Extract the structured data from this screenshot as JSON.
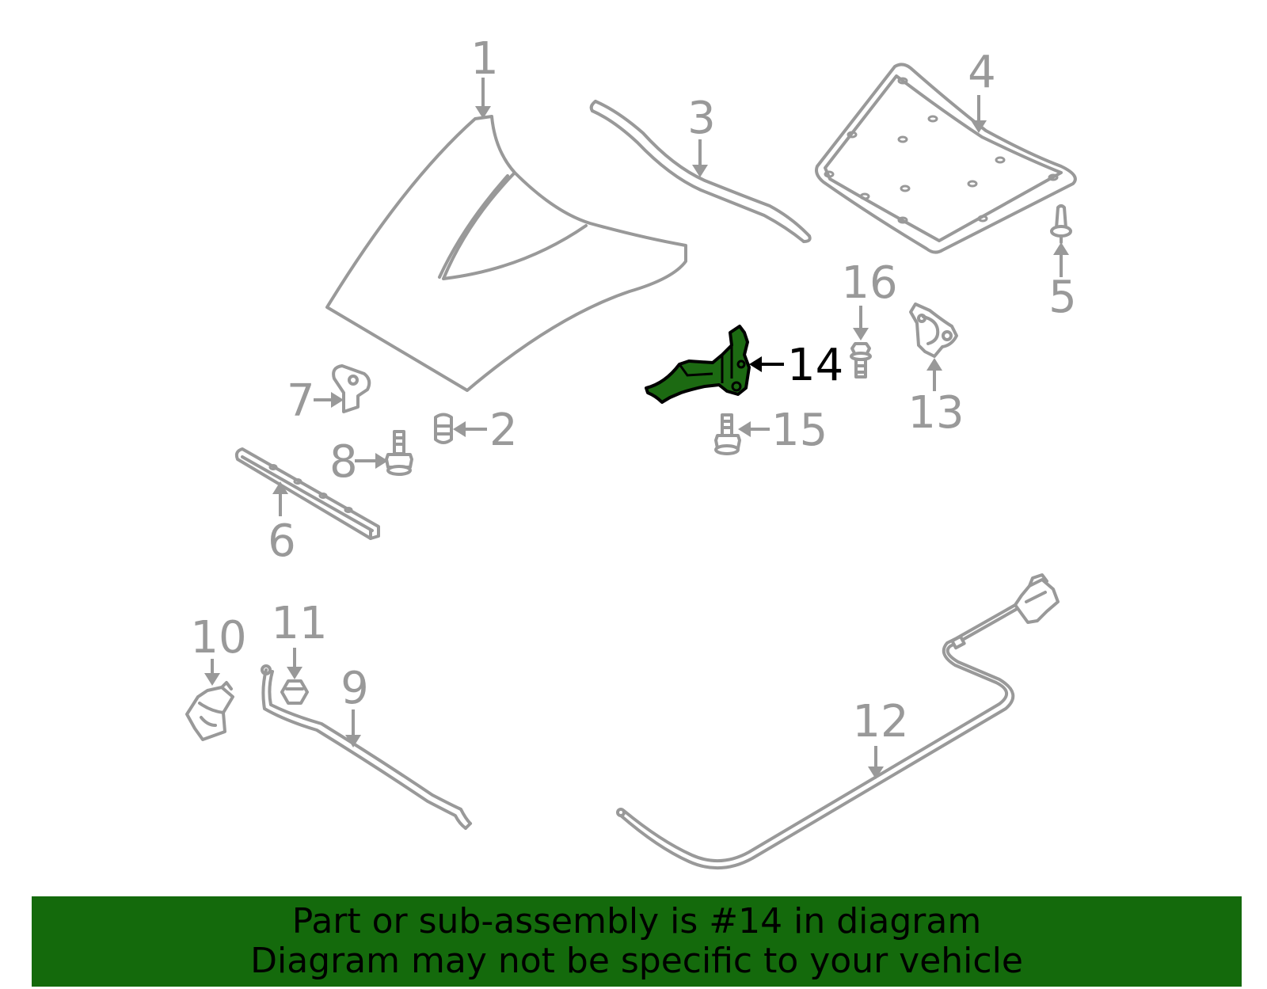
{
  "callouts": [
    "1",
    "2",
    "3",
    "4",
    "5",
    "6",
    "7",
    "8",
    "9",
    "10",
    "11",
    "12",
    "13",
    "14",
    "15",
    "16"
  ],
  "highlighted_part": "14",
  "colors": {
    "highlight": "#1c6a12",
    "banner": "#146a0c",
    "line": "#999999"
  },
  "banner": {
    "line1": "Part or sub-assembly is #14 in diagram",
    "line2": "Diagram may not be specific to your vehicle"
  }
}
